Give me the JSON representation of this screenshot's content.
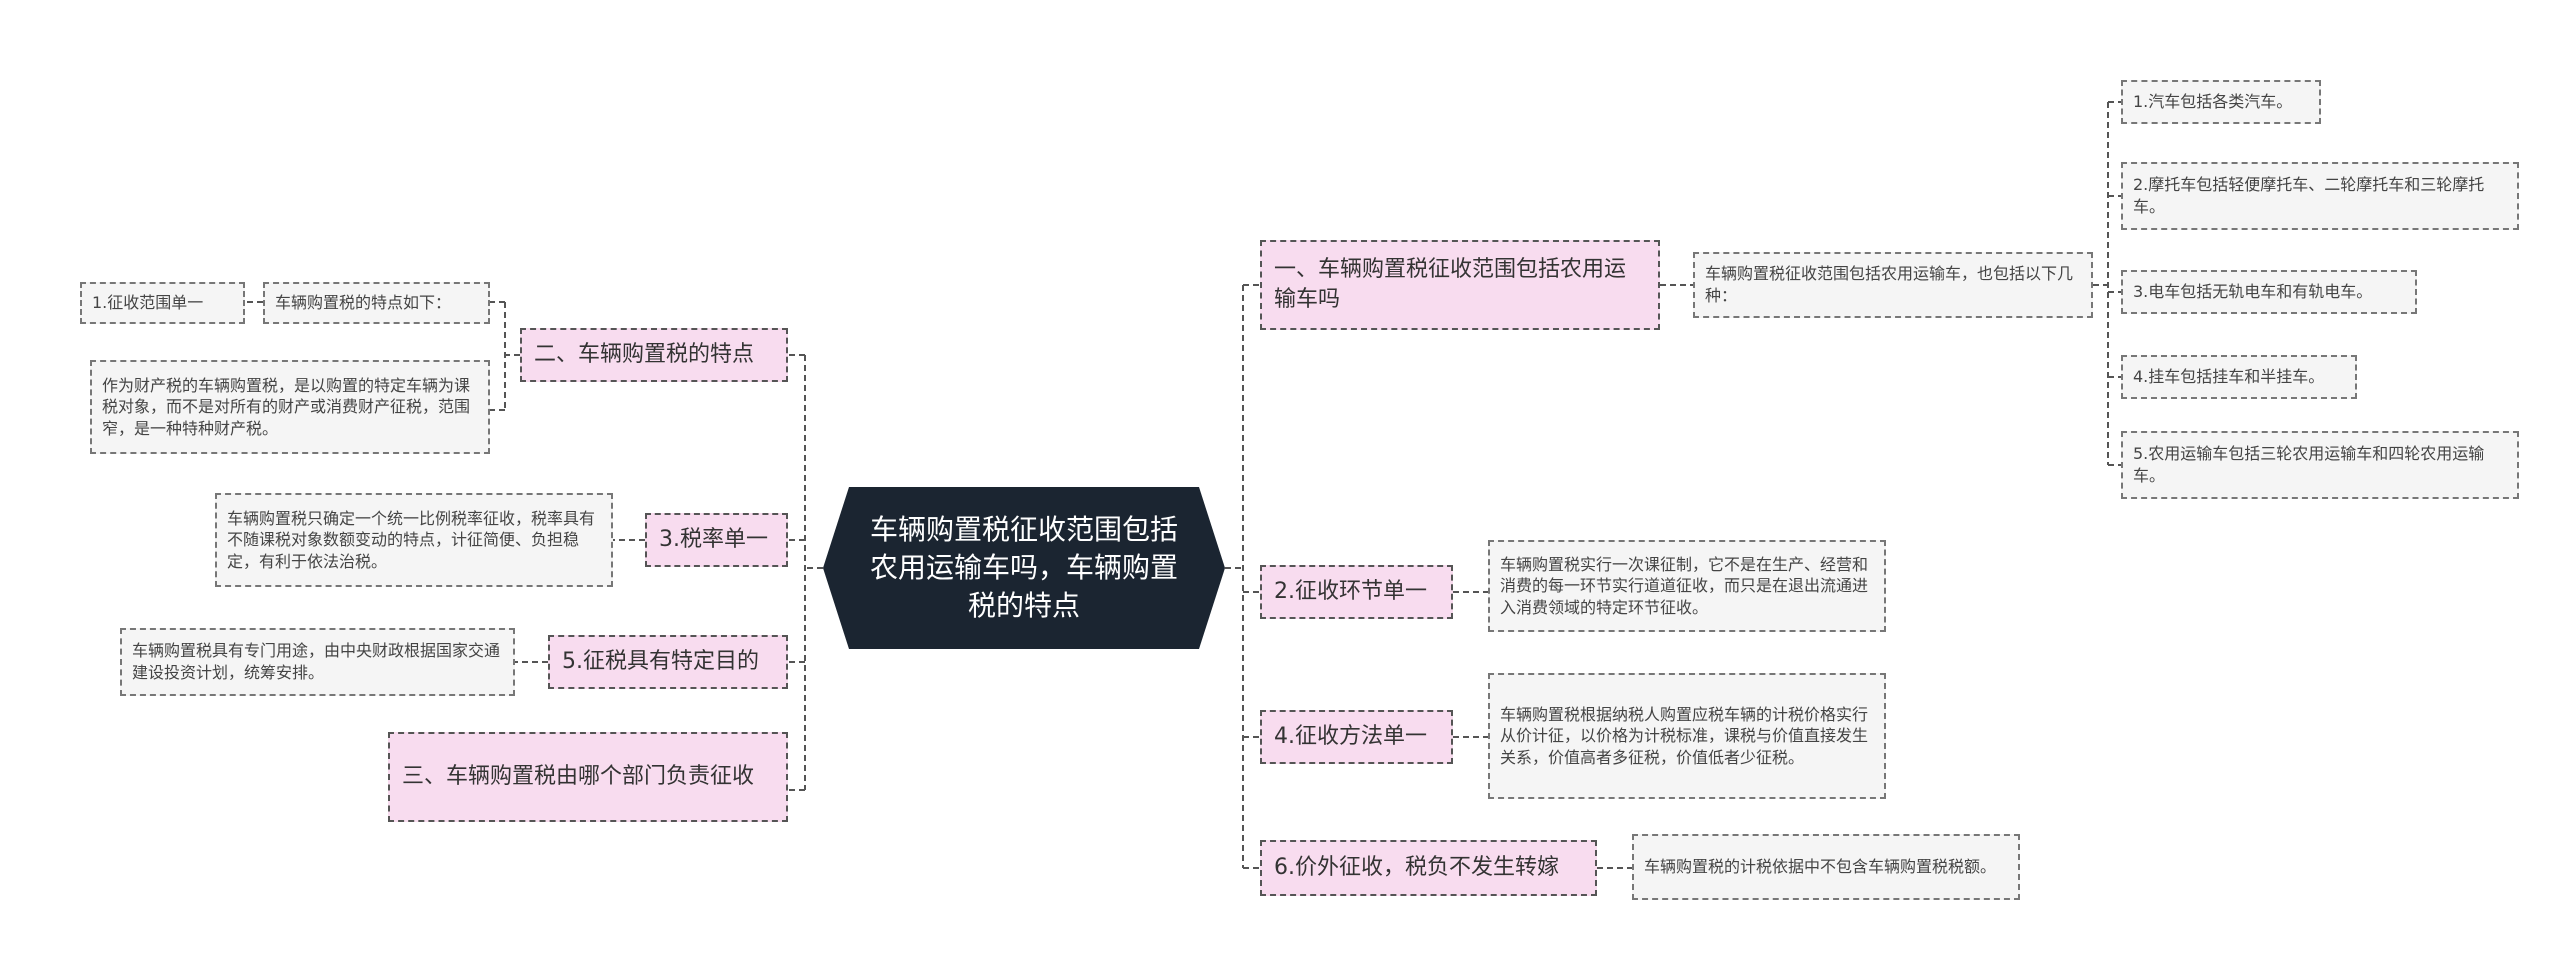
{
  "root": {
    "title": "车辆购置税征收范围包括农用运输车吗，车辆购置税的特点"
  },
  "left": {
    "features": {
      "label": "二、车辆购置税的特点",
      "intro": "车辆购置税的特点如下：",
      "sub1_label": "1.征收范围单一",
      "desc": "作为财产税的车辆购置税，是以购置的特定车辆为课税对象，而不是对所有的财产或消费财产征税，范围窄，是一种特种财产税。"
    },
    "rate": {
      "label": "3.税率单一",
      "desc": "车辆购置税只确定一个统一比例税率征收，税率具有不随课税对象数额变动的特点，计征简便、负担稳定，有利于依法治税。"
    },
    "purpose": {
      "label": "5.征税具有特定目的",
      "desc": "车辆购置税具有专门用途，由中央财政根据国家交通建设投资计划，统筹安排。"
    },
    "dept": {
      "label": "三、车辆购置税由哪个部门负责征收"
    }
  },
  "right": {
    "scope": {
      "label": "一、车辆购置税征收范围包括农用运输车吗",
      "desc": "车辆购置税征收范围包括农用运输车，也包括以下几种：",
      "items": [
        "1.汽车包括各类汽车。",
        "2.摩托车包括轻便摩托车、二轮摩托车和三轮摩托车。",
        "3.电车包括无轨电车和有轨电车。",
        "4.挂车包括挂车和半挂车。",
        "5.农用运输车包括三轮农用运输车和四轮农用运输车。"
      ]
    },
    "stage": {
      "label": "2.征收环节单一",
      "desc": "车辆购置税实行一次课征制，它不是在生产、经营和消费的每一环节实行道道征收，而只是在退出流通进入消费领域的特定环节征收。"
    },
    "method": {
      "label": "4.征收方法单一",
      "desc": "车辆购置税根据纳税人购置应税车辆的计税价格实行从价计征，以价格为计税标准，课税与价值直接发生关系，价值高者多征税，价值低者少征税。"
    },
    "outside": {
      "label": "6.价外征收，税负不发生转嫁",
      "desc": "车辆购置税的计税依据中不包含车辆购置税税额。"
    }
  },
  "colors": {
    "root_bg": "#1b2531",
    "branch_bg": "#f8dcef",
    "leaf_bg": "#f5f5f5",
    "line": "#555555"
  }
}
